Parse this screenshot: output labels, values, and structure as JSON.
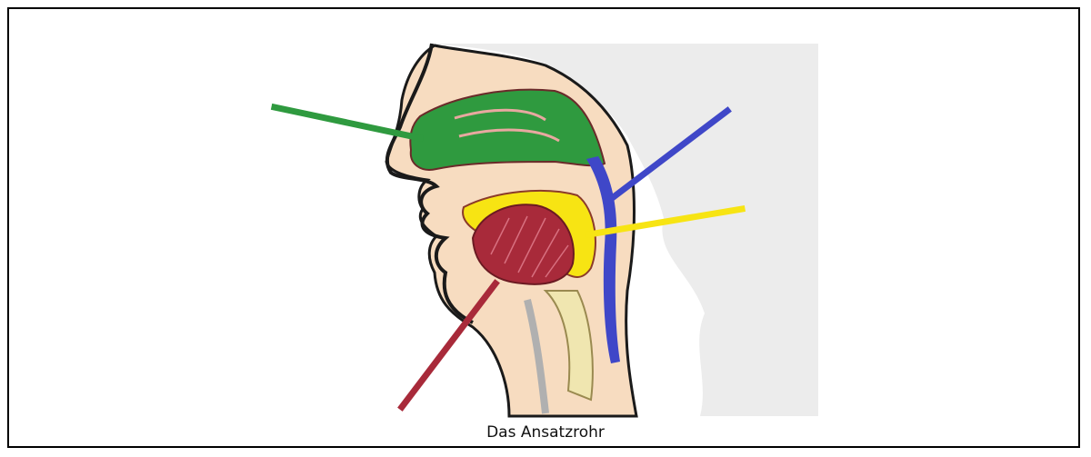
{
  "caption": "Das Ansatzrohr",
  "colors": {
    "nasal_cavity": "#2f9a3f",
    "pharynx": "#3f47c8",
    "oral_cavity": "#f7e413",
    "tongue": "#a82a3a",
    "skin": "#f7dcc0",
    "head_shadow": "#ececec"
  },
  "pointer_lines": [
    {
      "name": "nasal-cavity-pointer",
      "color": "green"
    },
    {
      "name": "pharynx-pointer",
      "color": "blue"
    },
    {
      "name": "oral-cavity-pointer",
      "color": "yellow"
    },
    {
      "name": "tongue-pointer",
      "color": "red"
    }
  ]
}
